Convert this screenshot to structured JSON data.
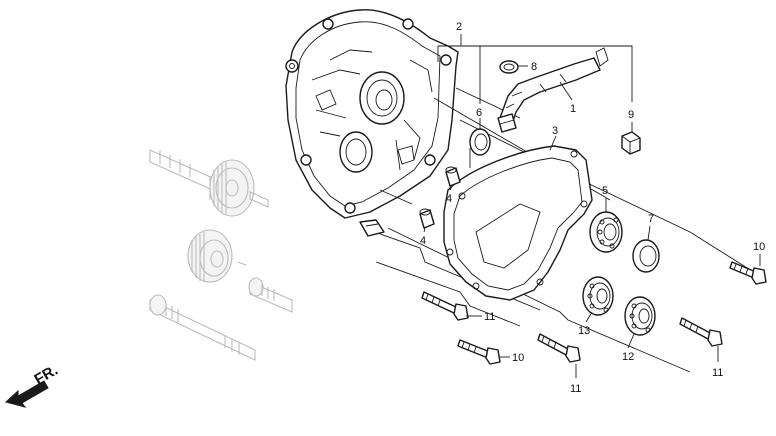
{
  "diagram": {
    "direction_label": "FR.",
    "callouts": [
      {
        "id": "c2",
        "label": "2"
      },
      {
        "id": "c8",
        "label": "8"
      },
      {
        "id": "c1",
        "label": "1"
      },
      {
        "id": "c9",
        "label": "9"
      },
      {
        "id": "c6",
        "label": "6"
      },
      {
        "id": "c3",
        "label": "3"
      },
      {
        "id": "c4a",
        "label": "4"
      },
      {
        "id": "c4b",
        "label": "4"
      },
      {
        "id": "c5",
        "label": "5"
      },
      {
        "id": "c7",
        "label": "7"
      },
      {
        "id": "c10a",
        "label": "10"
      },
      {
        "id": "c10b",
        "label": "10"
      },
      {
        "id": "c11a",
        "label": "11"
      },
      {
        "id": "c11b",
        "label": "11"
      },
      {
        "id": "c11c",
        "label": "11"
      },
      {
        "id": "c12",
        "label": "12"
      },
      {
        "id": "c13",
        "label": "13"
      }
    ]
  }
}
